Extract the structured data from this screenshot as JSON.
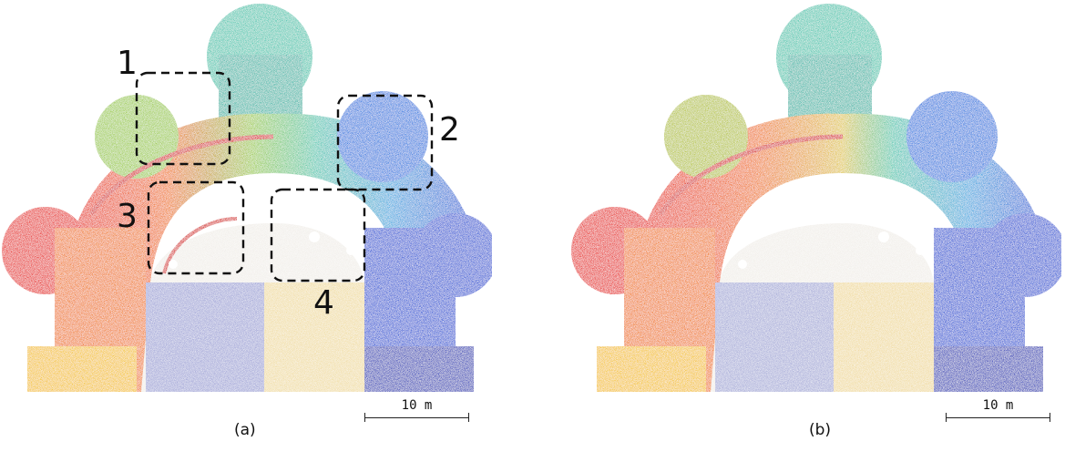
{
  "panel_a": {
    "caption": "(a)",
    "scale_label": "10 m",
    "regions": [
      "1",
      "2",
      "3",
      "4"
    ]
  },
  "panel_b": {
    "caption": "(b)",
    "scale_label": "10 m"
  },
  "colors": {
    "red": "#e8231a",
    "orange": "#f07a1c",
    "yellow": "#f4c21e",
    "lightgreen": "#9dcc4a",
    "teal": "#4cc7b0",
    "cyan": "#3aa7e0",
    "blue": "#2f57d6",
    "navy": "#2d3aa8"
  }
}
